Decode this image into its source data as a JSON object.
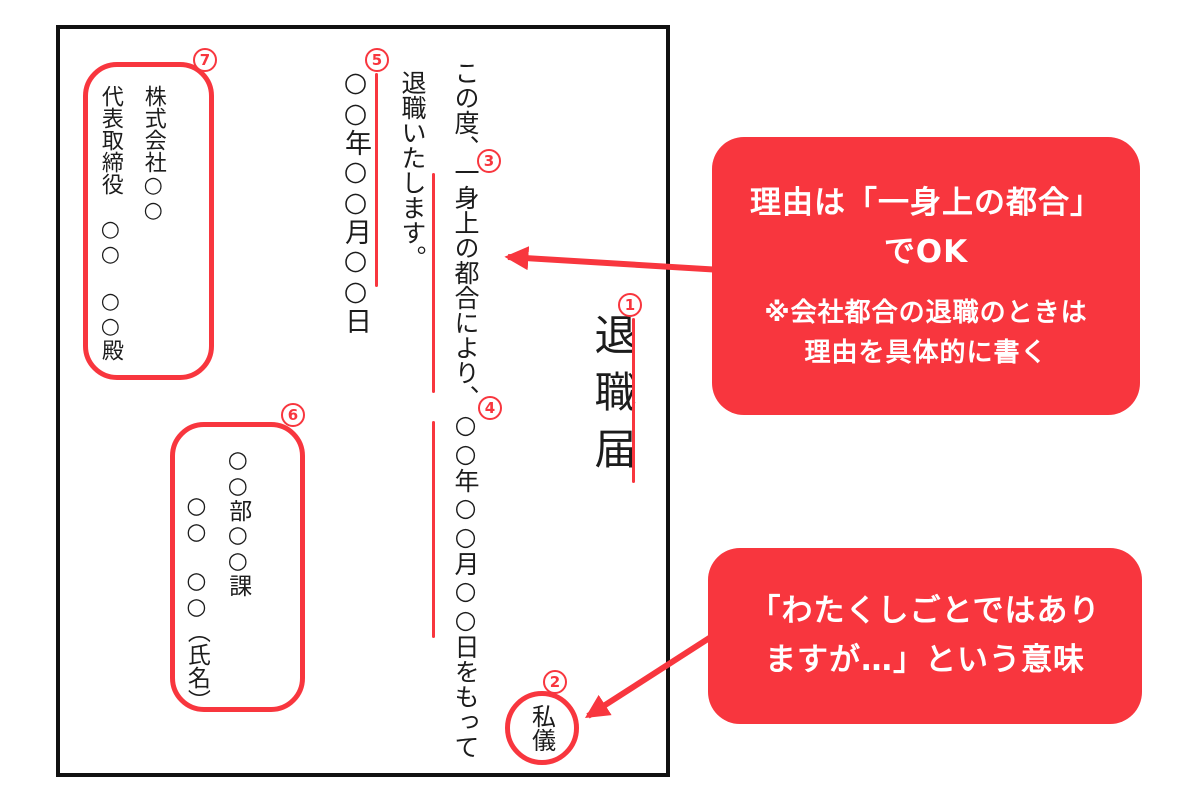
{
  "colors": {
    "accent_red": "#f8363e",
    "ink_black": "#1c1c1c",
    "paper_white": "#ffffff",
    "doc_border_black": "#111111"
  },
  "document": {
    "title": "退職届",
    "shigi": "私儀",
    "body": {
      "line1": "この度、一身上の都合により、○○年○○月○○日をもって",
      "line2": "退職いたします。"
    },
    "date": "○○年○○月○○日",
    "sender": {
      "line1": "○○部○○課",
      "line2": "　　○○　○○（氏名）"
    },
    "recipient": {
      "line1": "株式会社○○",
      "line2": "代表取締役　○○　○○殿"
    }
  },
  "markers": [
    "1",
    "2",
    "3",
    "4",
    "5",
    "6",
    "7"
  ],
  "callouts": {
    "reason": {
      "title_line1": "理由は「一身上の都合」",
      "title_line2": "でOK",
      "note_line1": "※会社都合の退職のときは",
      "note_line2": "理由を具体的に書く"
    },
    "meaning": {
      "line1": "「わたくしごとではあり",
      "line2": "ますが…」という意味"
    }
  }
}
